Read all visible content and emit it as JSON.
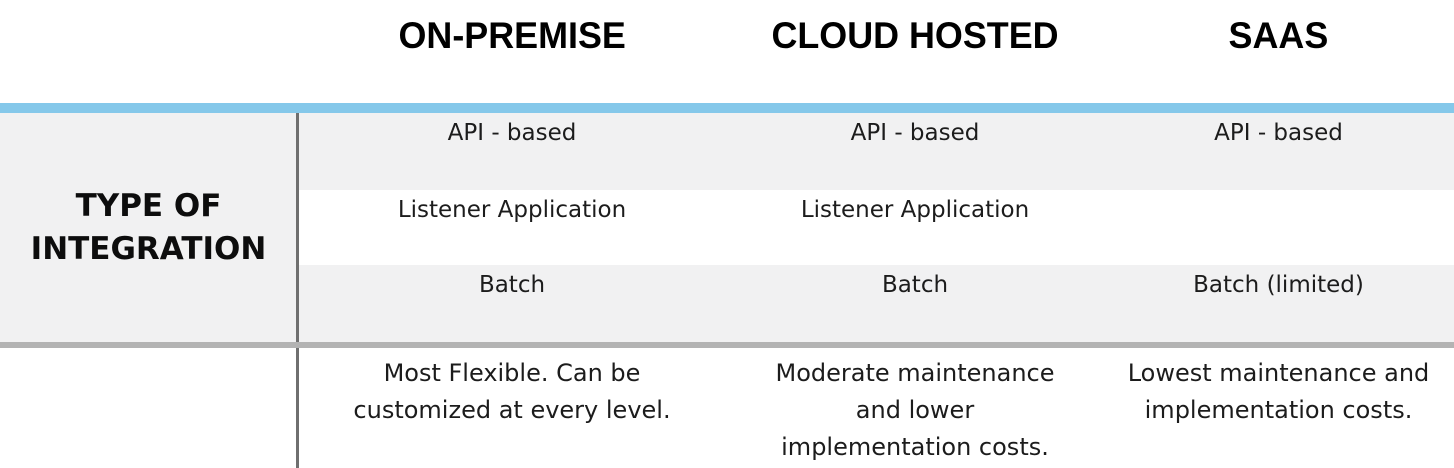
{
  "header": {
    "columns": [
      "ON-PREMISE",
      "CLOUD HOSTED",
      "SAAS"
    ]
  },
  "row_header": {
    "label": "TYPE OF\nINTEGRATION"
  },
  "rows": [
    {
      "name": "api_based",
      "on_premise": "API - based",
      "cloud_hosted": "API - based",
      "saas": "API - based"
    },
    {
      "name": "listener_application",
      "on_premise": "Listener Application",
      "cloud_hosted": "Listener Application",
      "saas": ""
    },
    {
      "name": "batch",
      "on_premise": "Batch",
      "cloud_hosted": "Batch",
      "saas": "Batch (limited)"
    }
  ],
  "summary_row": {
    "on_premise": "Most Flexible. Can be\ncustomized at every level.",
    "cloud_hosted": "Moderate maintenance\nand lower\nimplementation costs.",
    "saas": "Lowest maintenance and\nimplementation costs."
  },
  "colors": {
    "accent_bar": "#85C8EA",
    "row_stripe": "#F1F1F2",
    "vertical_divider": "#6F6F6F",
    "horizontal_divider": "#B3B3B3"
  }
}
